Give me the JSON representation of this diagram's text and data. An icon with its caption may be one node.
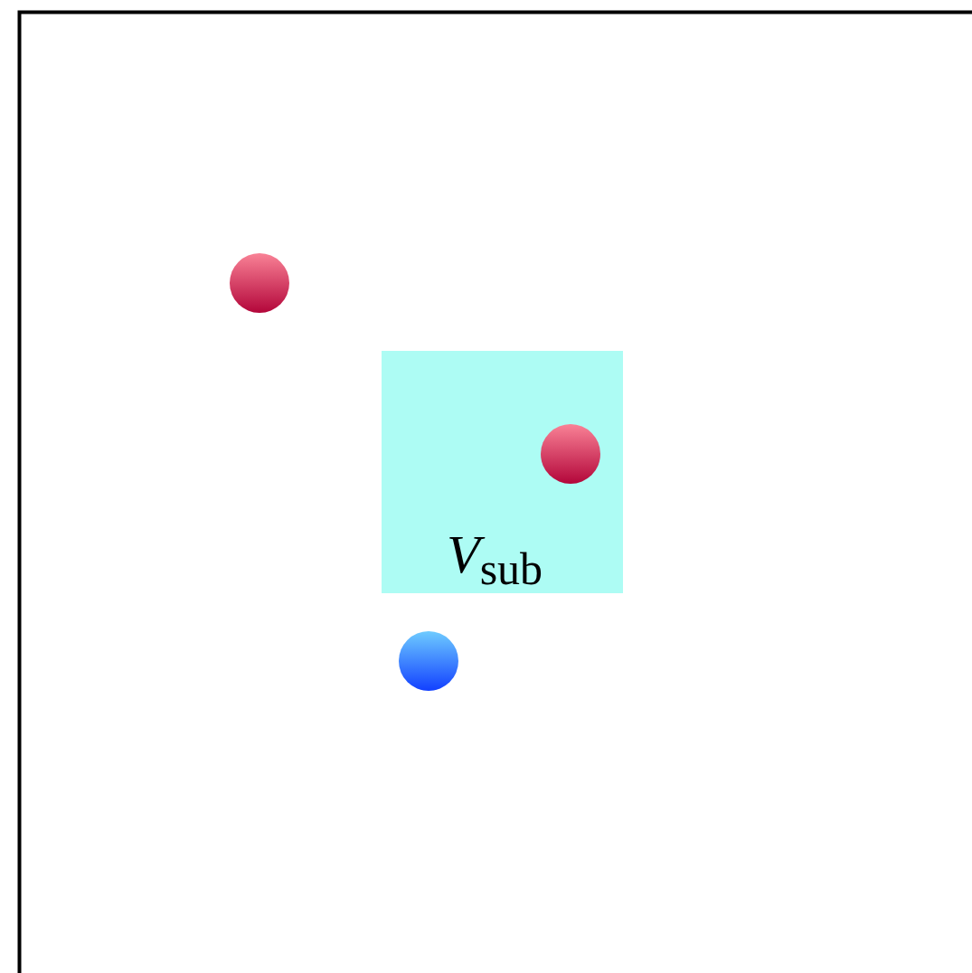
{
  "diagram": {
    "nodes": [
      {
        "text": [],
        "shape": "circle"
      },
      {
        "text": [
          "*V*$_{sub}$"
        ]
      },
      {
        "text": [],
        "shape": "circle",
        "in": 1
      },
      {
        "text": [],
        "shape": "circle"
      }
    ]
  }
}
